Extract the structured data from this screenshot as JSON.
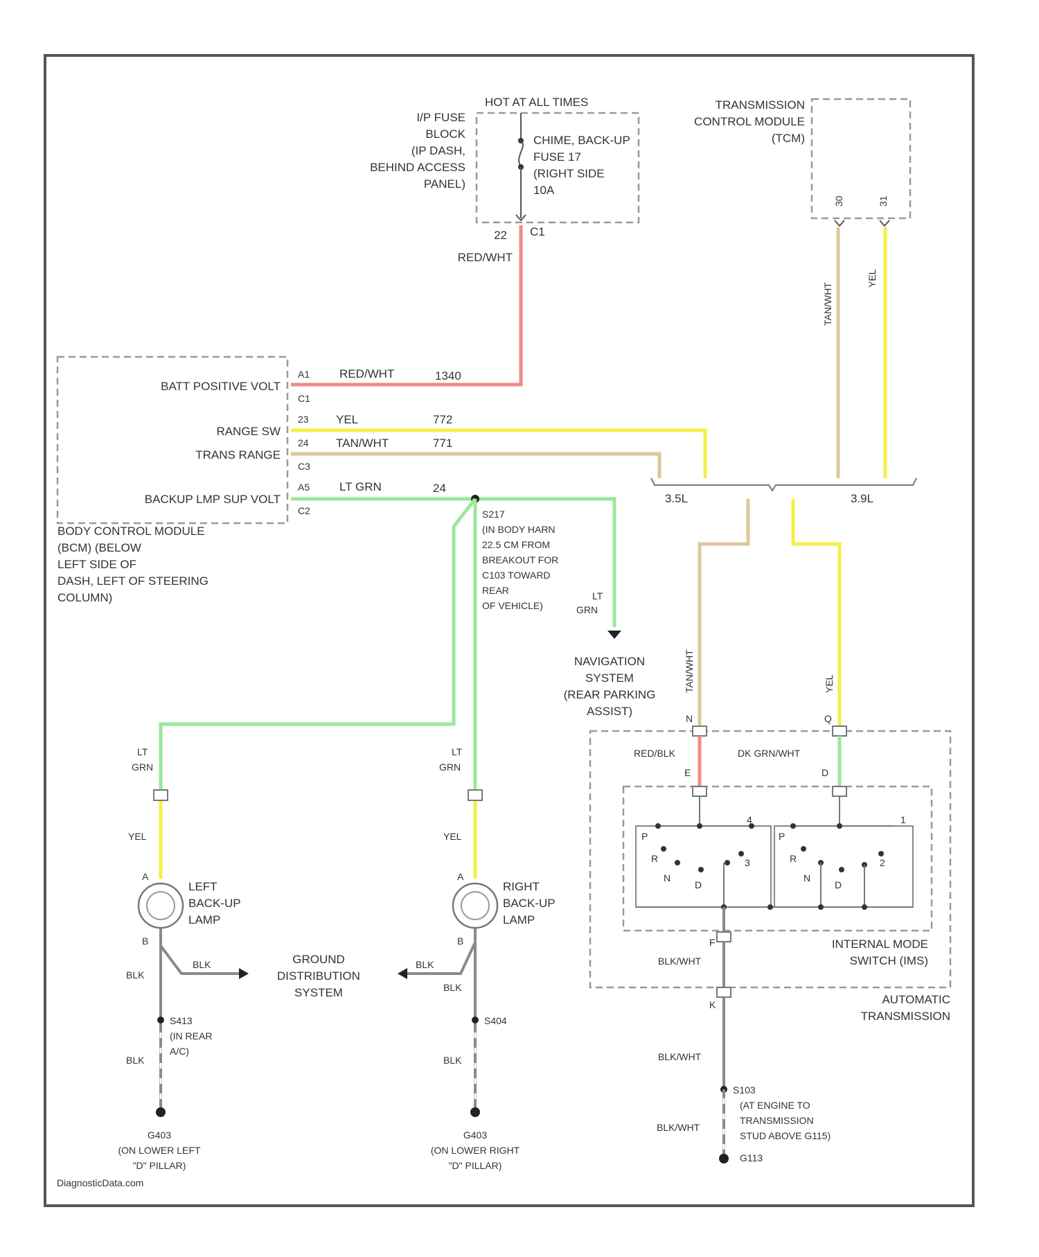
{
  "footer": {
    "source": "DiagnosticData.com"
  },
  "colors": {
    "red": "#f08a84",
    "yellow": "#f5ef46",
    "tan": "#dcc89a",
    "green": "#9be79b",
    "black_wire": "#8a8a8a",
    "frame": "#555555",
    "dashed_box": "#999999"
  },
  "fuse_block": {
    "title": "HOT AT ALL TIMES",
    "location": [
      "I/P FUSE",
      "BLOCK",
      "(IP DASH,",
      "BEHIND ACCESS",
      "PANEL)"
    ],
    "fuse": [
      "CHIME, BACK-UP",
      "FUSE 17",
      "(RIGHT SIDE",
      "10A"
    ],
    "pin": "22",
    "connector": "C1",
    "wire": "RED/WHT"
  },
  "tcm": {
    "name": [
      "TRANSMISSION",
      "CONTROL MODULE",
      "(TCM)"
    ],
    "pins": [
      "30",
      "31"
    ],
    "wires": [
      "TAN/WHT",
      "YEL"
    ]
  },
  "bcm": {
    "pins": [
      {
        "label": "BATT POSITIVE VOLT",
        "pin": "A1",
        "connector": "C1",
        "wire": "RED/WHT",
        "circuit": "1340"
      },
      {
        "label": "RANGE SW",
        "pin": "23",
        "connector": "",
        "wire": "YEL",
        "circuit": "772"
      },
      {
        "label": "TRANS RANGE",
        "pin": "24",
        "connector": "C3",
        "wire": "TAN/WHT",
        "circuit": "771"
      },
      {
        "label": "BACKUP LMP SUP VOLT",
        "pin": "A5",
        "connector": "C2",
        "wire": "LT GRN",
        "circuit": "24"
      }
    ],
    "location": [
      "BODY CONTROL MODULE",
      "(BCM) (BELOW",
      "LEFT SIDE OF",
      "DASH, LEFT OF STEERING",
      "COLUMN)"
    ]
  },
  "splice": {
    "id": "S217",
    "note": [
      "(IN BODY HARN",
      "22.5 CM FROM",
      "BREAKOUT FOR",
      "C103 TOWARD",
      "REAR",
      "OF VEHICLE)"
    ]
  },
  "engine_variants": [
    "3.5L",
    "3.9L"
  ],
  "navigation": {
    "wire": [
      "LT",
      "GRN"
    ],
    "label": [
      "NAVIGATION",
      "SYSTEM",
      "(REAR PARKING",
      "ASSIST)"
    ]
  },
  "left_lamp": {
    "wire_in": [
      "LT",
      "GRN"
    ],
    "wire_lamp": "YEL",
    "pin_a": "A",
    "pin_b": "B",
    "name": [
      "LEFT",
      "BACK-UP",
      "LAMP"
    ],
    "wire_ground": "BLK",
    "wire_branch": "BLK",
    "splice": [
      "S413",
      "(IN REAR",
      "A/C)"
    ],
    "wire_g": "BLK",
    "ground": [
      "G403",
      "(ON LOWER LEFT",
      "\"D\" PILLAR)"
    ]
  },
  "right_lamp": {
    "wire_in": [
      "LT",
      "GRN"
    ],
    "wire_lamp": "YEL",
    "pin_a": "A",
    "pin_b": "B",
    "name": [
      "RIGHT",
      "BACK-UP",
      "LAMP"
    ],
    "wire_ground": "BLK",
    "wire_branch": "BLK",
    "splice": [
      "S404"
    ],
    "wire_g": "BLK",
    "ground": [
      "G403",
      "(ON LOWER RIGHT",
      "\"D\" PILLAR)"
    ]
  },
  "ground_distribution": [
    "GROUND",
    "DISTRIBUTION",
    "SYSTEM"
  ],
  "transmission": {
    "wire_tan": "TAN/WHT",
    "wire_yel": "YEL",
    "pin_n": "N",
    "pin_q": "Q",
    "wire_red": "RED/BLK",
    "wire_dkgrn": "DK GRN/WHT",
    "pin_e": "E",
    "pin_d": "D",
    "switch_left_positions": [
      "P",
      "R",
      "N",
      "D",
      "3",
      "4"
    ],
    "switch_right_positions": [
      "P",
      "R",
      "N",
      "D",
      "2",
      "1"
    ],
    "switch_name": [
      "INTERNAL MODE",
      "SWITCH (IMS)"
    ],
    "pin_f": "F",
    "pin_k": "K",
    "wire_out": "BLK/WHT",
    "assembly": [
      "AUTOMATIC",
      "TRANSMISSION"
    ],
    "wire_ground_1": "BLK/WHT",
    "splice": "S103",
    "wire_ground_2": "BLK/WHT",
    "ground_note": [
      "(AT ENGINE TO",
      "TRANSMISSION",
      "STUD ABOVE G115)"
    ],
    "ground_id": "G113"
  }
}
